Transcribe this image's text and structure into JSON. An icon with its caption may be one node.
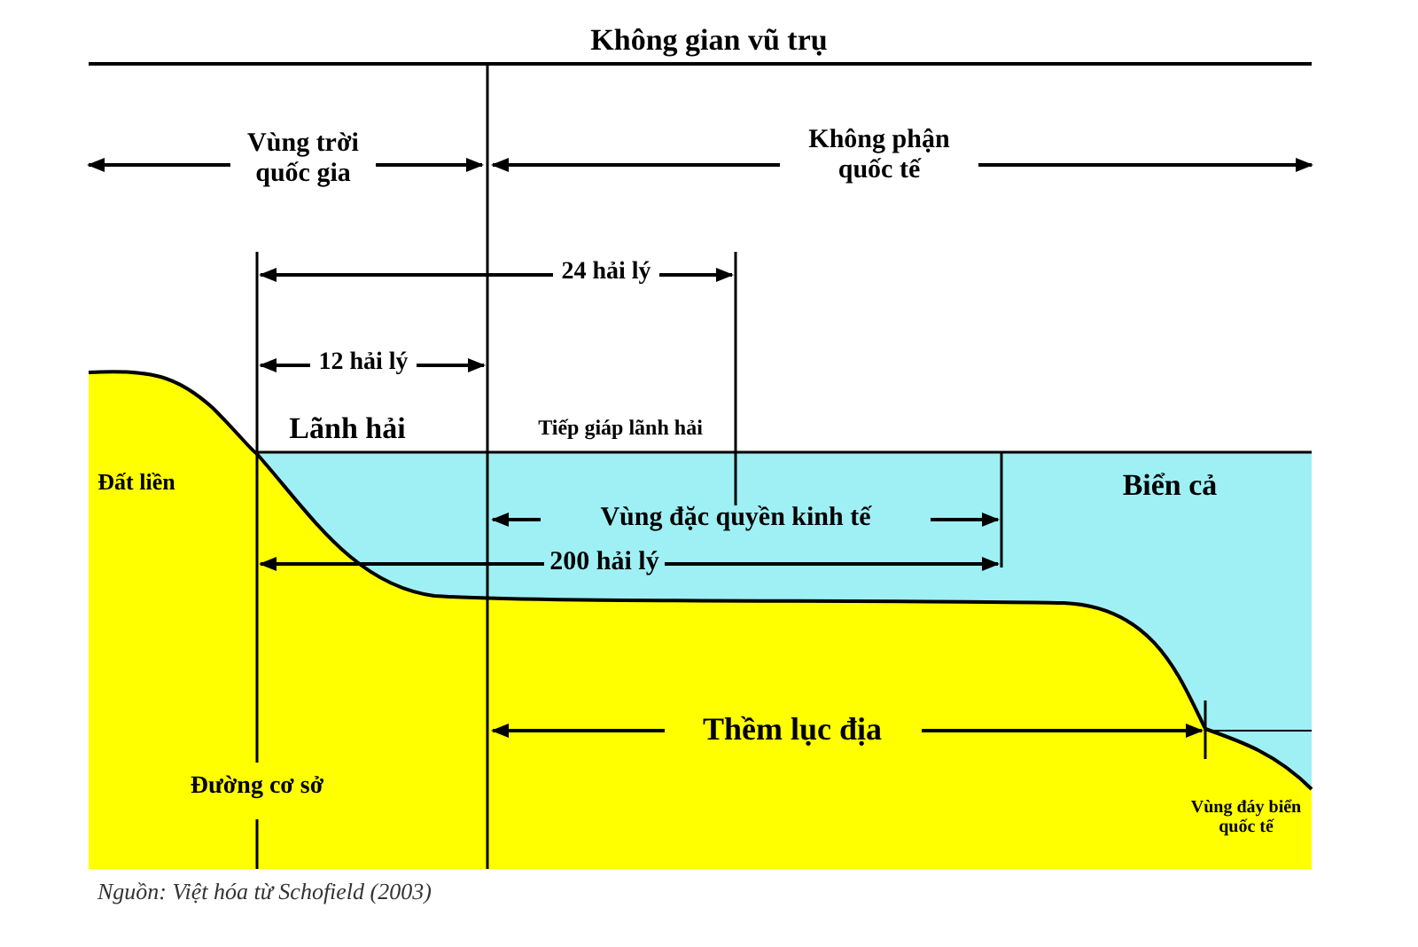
{
  "diagram": {
    "title": "Không gian vũ trụ",
    "caption": "Nguồn: Việt hóa từ Schofield (2003)",
    "labels": [
      "Vùng trời quốc gia",
      "Không phận quốc tế",
      "24 hải lý",
      "12 hải lý",
      "Lãnh hải",
      "Tiếp giáp lãnh hải",
      "Đất liền",
      "Biển cả",
      "Vùng đặc quyền kinh tế",
      "200 hải lý",
      "Thềm lục địa",
      "Đường cơ sở",
      "Vùng đáy biển quốc tế"
    ]
  }
}
